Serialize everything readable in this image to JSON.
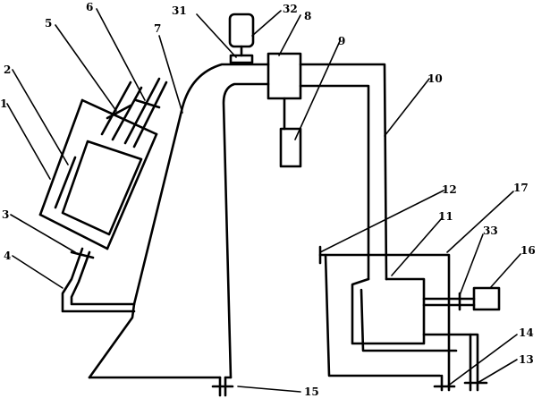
{
  "diagram": {
    "labels": {
      "l1": "1",
      "l2": "2",
      "l3": "3",
      "l4": "4",
      "l5": "5",
      "l6": "6",
      "l7": "7",
      "l8": "8",
      "l9": "9",
      "l10": "10",
      "l11": "11",
      "l12": "12",
      "l13": "13",
      "l14": "14",
      "l15": "15",
      "l16": "16",
      "l17": "17",
      "l31": "31",
      "l32": "32",
      "l33": "33"
    }
  }
}
